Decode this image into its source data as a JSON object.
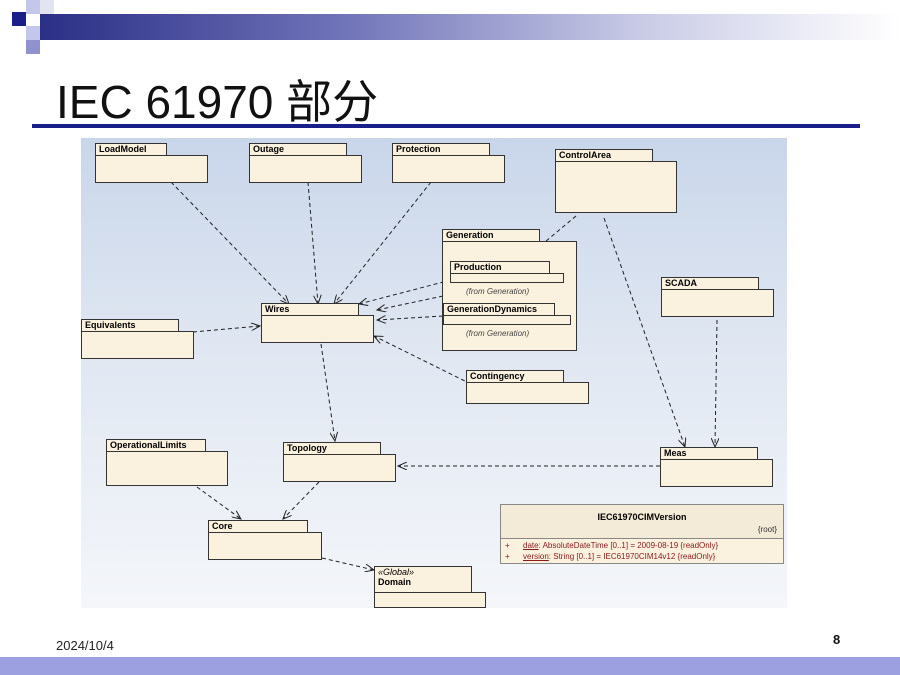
{
  "slide": {
    "title": "IEC 61970 部分",
    "date": "2024/10/4",
    "page_number": "8"
  },
  "colors": {
    "title_rule": "#1b1f8a",
    "bottom_bar": "#9c9fe0",
    "package_fill": "#fbf1df",
    "attribute_text": "#8a1a1a"
  },
  "diagram": {
    "packages": {
      "loadmodel": "LoadModel",
      "outage": "Outage",
      "protection": "Protection",
      "controlarea": "ControlArea",
      "generation": "Generation",
      "production": "Production",
      "generationdynamics": "GenerationDynamics",
      "scada": "SCADA",
      "equivalents": "Equivalents",
      "wires": "Wires",
      "contingency": "Contingency",
      "operationallimits": "OperationalLimits",
      "topology": "Topology",
      "meas": "Meas",
      "core": "Core",
      "domain": "Domain",
      "domain_stereotype": "«Global»"
    },
    "from_generation_note": "(from Generation)",
    "version_class": {
      "name": "IEC61970CIMVersion",
      "tag": "{root}",
      "attributes": [
        {
          "visibility": "+",
          "name": "date",
          "rest": ":  AbsoluteDateTime [0..1] = 2009-08-19 {readOnly}"
        },
        {
          "visibility": "+",
          "name": "version",
          "rest": ":  String [0..1] = IEC61970CIM14v12 {readOnly}"
        }
      ]
    }
  }
}
